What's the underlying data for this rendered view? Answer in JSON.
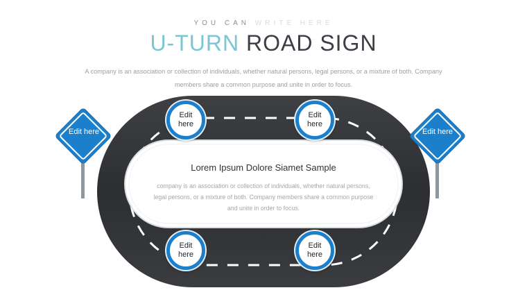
{
  "header": {
    "kicker_dark": "YOU CAN",
    "kicker_light": "WRITE HERE",
    "title_accent": "U-TURN",
    "title_main": "ROAD SIGN",
    "subtitle_line1": "A company is an association or collection of individuals, whether natural persons, legal persons, or a mixture of both. Company",
    "subtitle_line2": "members share a common purpose and unite in order to focus."
  },
  "center": {
    "title": "Lorem Ipsum Dolore Siamet Sample",
    "body_line1": "company is an association or collection of individuals, whether natural persons,",
    "body_line2": "legal persons, or a mixture of both. Company members share a common purpose",
    "body_line3": "and unite in order to focus."
  },
  "nodes": {
    "top_left": "Edit here",
    "top_right": "Edit here",
    "bottom_left": "Edit here",
    "bottom_right": "Edit here"
  },
  "signs": {
    "left": "Edit here",
    "right": "Edit here"
  },
  "colors": {
    "accent_blue": "#1c7fcb",
    "title_accent": "#7bc5d4",
    "road": "#333538"
  }
}
